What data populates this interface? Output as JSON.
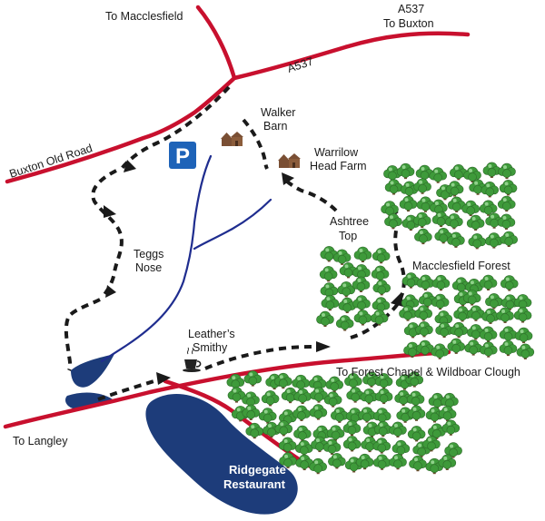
{
  "roads": {
    "to_macclesfield": "To Macclesfield",
    "a537_to_buxton_line1": "A537",
    "a537_to_buxton_line2": "To Buxton",
    "a537_label": "A537",
    "buxton_old_road": "Buxton Old Road",
    "to_langley": "To Langley",
    "to_forest_chapel": "To Forest Chapel & Wildboar Clough"
  },
  "places": {
    "walker_barn_line1": "Walker",
    "walker_barn_line2": "Barn",
    "warrilow_line1": "Warrilow",
    "warrilow_line2": "Head Farm",
    "teggs_line1": "Teggs",
    "teggs_line2": "Nose",
    "ashtree_line1": "Ashtree",
    "ashtree_line2": "Top",
    "macclesfield_forest": "Macclesfield Forest",
    "leathers_line1": "Leather’s",
    "leathers_line2": "Smithy",
    "ridgegate_line1": "Ridgegate",
    "ridgegate_line2": "Restaurant"
  },
  "icons": {
    "parking": "P",
    "parking_color": "#1e63b8",
    "road_color": "#c8102e",
    "river_color": "#1f2d8f",
    "water_color": "#1d3c7a",
    "tree_color": "#3e9a3a"
  }
}
